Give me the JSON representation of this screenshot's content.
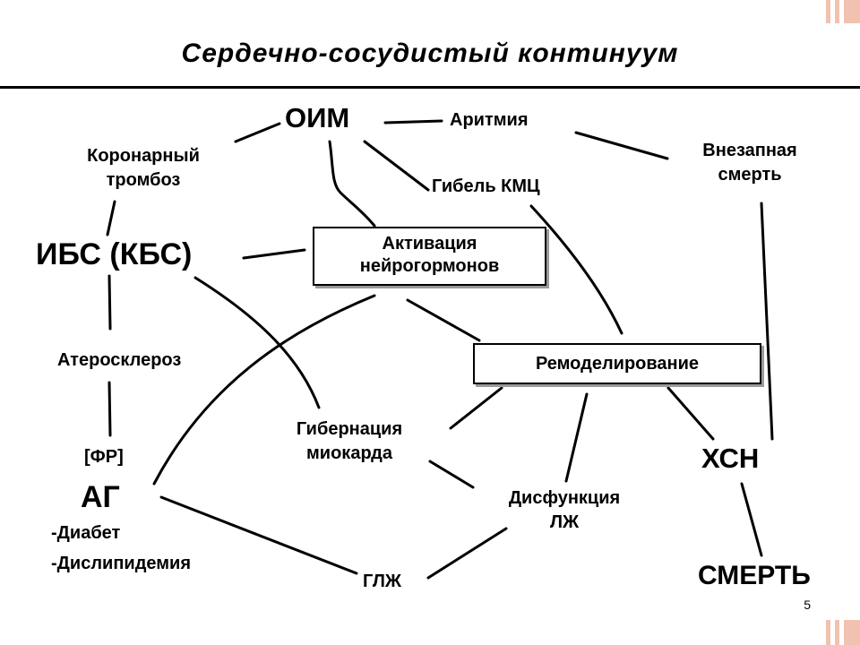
{
  "title": "Сердечно-сосудистый континуум",
  "page_number": "5",
  "nodes": {
    "oim": "ОИМ",
    "arrhythmia": "Аритмия",
    "coronary_1": "Коронарный",
    "coronary_2": "тромбоз",
    "sudden_1": "Внезапная",
    "sudden_2": "смерть",
    "kmc": "Гибель КМЦ",
    "ibs": "ИБС (КБС)",
    "activation_1": "Активация",
    "activation_2": "нейрогормонов",
    "remodeling": "Ремоделирование",
    "atherosclerosis": "Атеросклероз",
    "hibernation_1": "Гибернация",
    "hibernation_2": "миокарда",
    "fr": "[ФР]",
    "chsn": "ХСН",
    "ag": "АГ",
    "diabetes": "-Диабет",
    "dyslipidemia": "-Дислипидемия",
    "dysfunction_1": "Дисфункция",
    "dysfunction_2": "ЛЖ",
    "glzh": "ГЛЖ",
    "death": "СМЕРТЬ"
  },
  "colors": {
    "accent_deco": "#f2c2b0",
    "text": "#000000"
  }
}
